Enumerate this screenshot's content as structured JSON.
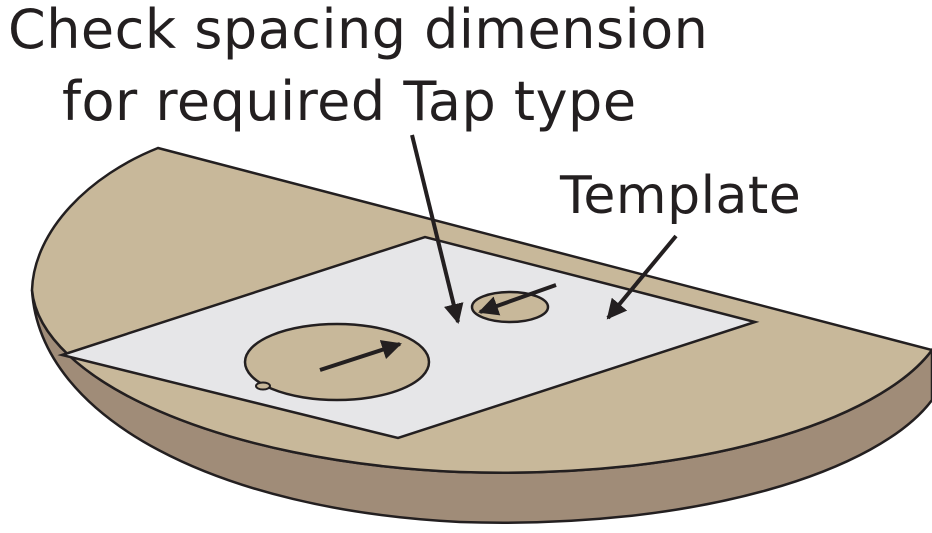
{
  "callout": {
    "line1": "Check spacing dimension",
    "line2": "for required Tap type"
  },
  "template_label": "Template",
  "colors": {
    "countertop_top": "#c8b89a",
    "countertop_edge": "#a08c78",
    "template": "#e6e6e8",
    "stroke": "#231f20"
  }
}
